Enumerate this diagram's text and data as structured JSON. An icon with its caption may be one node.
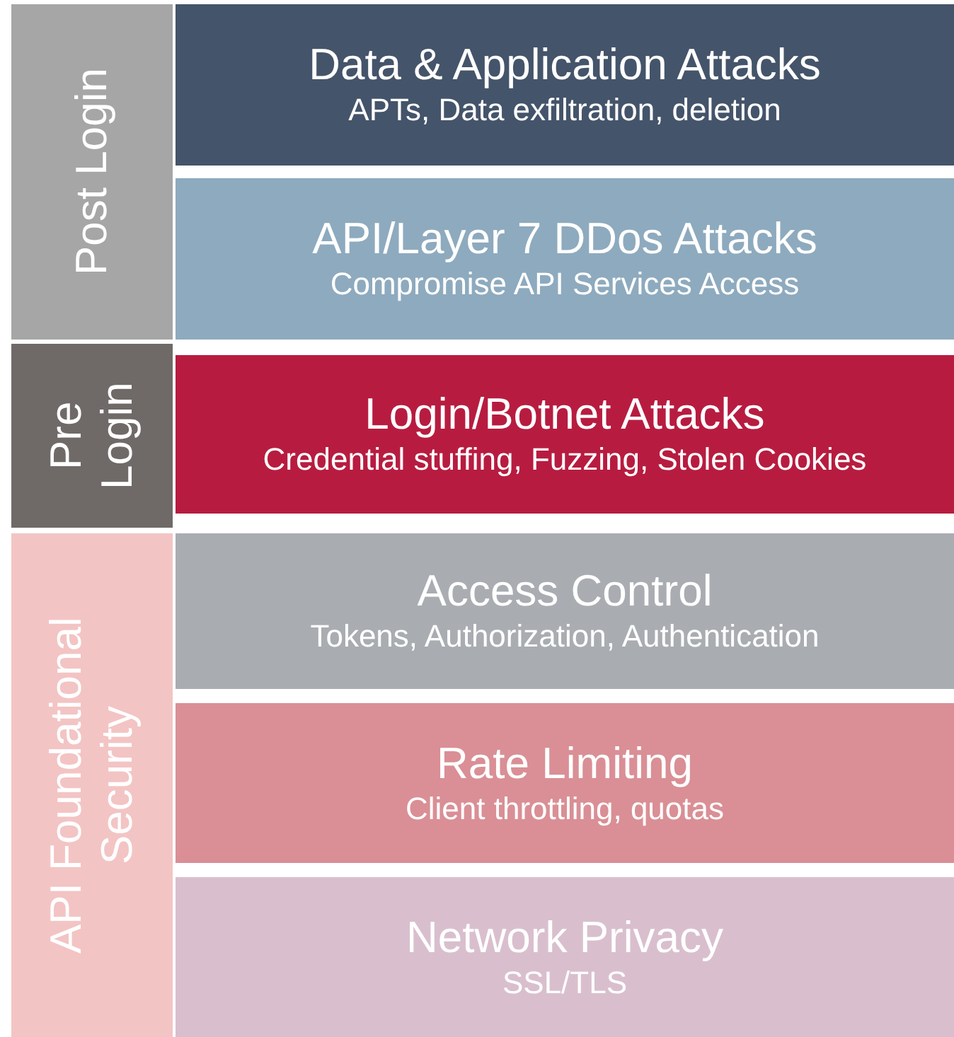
{
  "diagram": {
    "nodes": [
      {
        "text": [
          "Post Login"
        ]
      },
      {
        "text": [
          "Data & Application Attacks",
          "APTs, Data exfiltration, deletion"
        ]
      },
      {
        "text": [
          "API/Layer 7 DDos Attacks",
          "Compromise API Services Access"
        ]
      },
      {
        "text": [
          "Pre Login"
        ]
      },
      {
        "text": [
          "Login/Botnet Attacks",
          "Credential stuffing, Fuzzing, Stolen Cookies"
        ]
      },
      {
        "text": [
          "API Foundational Security"
        ]
      },
      {
        "text": [
          "Access Control",
          "Tokens, Authorization, Authentication"
        ]
      },
      {
        "text": [
          "Rate Limiting",
          "Client throttling, quotas"
        ]
      },
      {
        "text": [
          "Network Privacy",
          "SSL/TLS"
        ]
      }
    ]
  }
}
